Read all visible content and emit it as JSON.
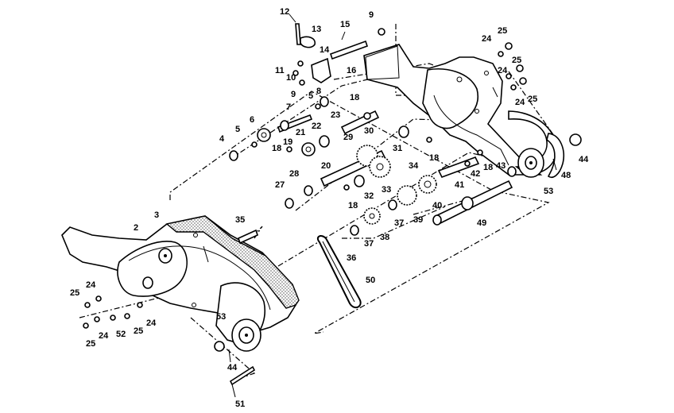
{
  "labels": {
    "l12": "12",
    "l13": "13",
    "l15": "15",
    "l9a": "9",
    "l25a": "25",
    "l24a": "24",
    "l25b": "25",
    "l14": "14",
    "l11": "11",
    "l10": "10",
    "l16": "16",
    "l24b": "24",
    "l24c": "24",
    "l25c": "25",
    "l9b": "9",
    "l8": "8",
    "l5a": "5",
    "l7": "7",
    "l18a": "18",
    "l23": "23",
    "l6": "6",
    "l5b": "5",
    "l21": "21",
    "l22": "22",
    "l30": "30",
    "l4": "4",
    "l19": "19",
    "l18b": "18",
    "l29": "29",
    "l31": "31",
    "l20": "20",
    "l18c": "18",
    "l34": "34",
    "l42": "42",
    "l18d": "18",
    "l43": "43",
    "l44a": "44",
    "l48": "48",
    "l28": "28",
    "l32": "32",
    "l33": "33",
    "l41": "41",
    "l27": "27",
    "l53a": "53",
    "l40": "40",
    "l18e": "18",
    "l3": "3",
    "l37a": "37",
    "l39": "39",
    "l49": "49",
    "l35": "35",
    "l2": "2",
    "l38": "38",
    "l37b": "37",
    "l36": "36",
    "l50": "50",
    "l25d": "25",
    "l24d": "24",
    "l53b": "53",
    "l24e": "24",
    "l52": "52",
    "l25e": "25",
    "l24f": "24",
    "l25f": "25",
    "l44b": "44",
    "l51": "51"
  }
}
